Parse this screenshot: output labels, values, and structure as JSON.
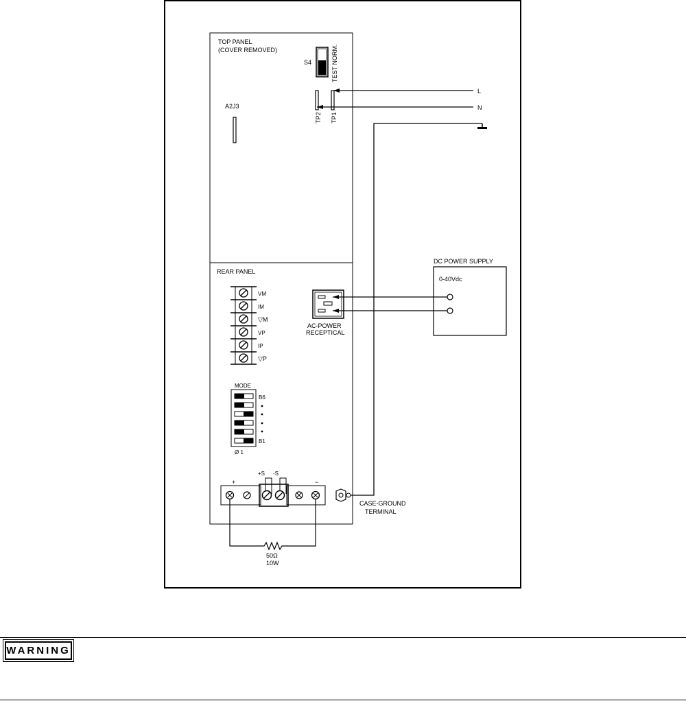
{
  "top_panel": {
    "title": "TOP PANEL",
    "subtitle": "(COVER REMOVED)",
    "switch_label": "S4",
    "switch_positions": "TEST NORM.",
    "connector_label": "A2J3",
    "tp2_label": "TP2",
    "tp1_label": "TP1"
  },
  "lines": {
    "l_label": "L",
    "n_label": "N"
  },
  "rear_panel": {
    "title": "REAR PANEL",
    "terminals": [
      "VM",
      "IM",
      "▽M",
      "VP",
      "IP",
      "▽P"
    ],
    "mode_label": "MODE",
    "mode_top": "B6",
    "mode_bottom": "B1",
    "mode_scale": "Ø  1",
    "ac_label_1": "AC-POWER",
    "ac_label_2": "RECEPTICAL",
    "plus_label": "+",
    "sense_plus": "+S",
    "sense_minus": "-S",
    "minus_label": "−",
    "case_ground_1": "CASE-GROUND",
    "case_ground_2": "TERMINAL",
    "resistor_value": "50Ω",
    "resistor_power": "10W"
  },
  "dc_supply": {
    "title": "DC POWER SUPPLY",
    "range": "0-40Vdc"
  },
  "warning": {
    "label": "WARNING"
  }
}
